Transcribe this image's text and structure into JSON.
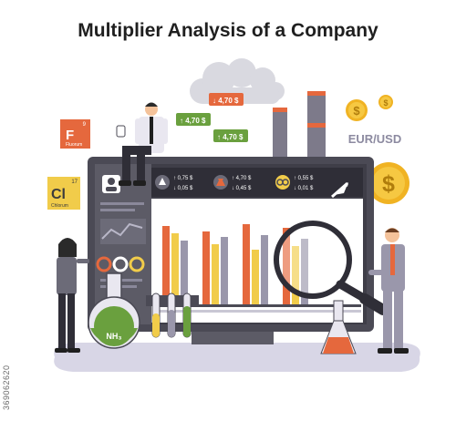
{
  "title": "Multiplier Analysis of a Company",
  "elements": {
    "fluorine": {
      "symbol": "F",
      "number": "9",
      "name": "Fluorum"
    },
    "chlorine": {
      "symbol": "Cl",
      "number": "17",
      "name": "Chlorum"
    }
  },
  "currency_pair": "EUR/USD",
  "price_bubbles": [
    {
      "arrow": "↓",
      "value": "4,70 $"
    },
    {
      "arrow": "↑",
      "value": "4,70 $"
    },
    {
      "arrow": "↑",
      "value": "4,70 $"
    }
  ],
  "stats": [
    {
      "up": "↑ 0,75 $",
      "down": "↓ 0,05 $"
    },
    {
      "up": "↑ 4,70 $",
      "down": "↓ 0,45 $"
    },
    {
      "up": "↑ 0,55 $",
      "down": "↓ 0,01 $"
    }
  ],
  "flask_label": "NH₃",
  "stock_id": "369062620",
  "colors": {
    "frame": "#4b4a55",
    "panel": "#5c5b66",
    "orange": "#e5683d",
    "yellow": "#f1cc4a",
    "gold": "#f0b323",
    "green": "#6aa03e",
    "bar_gray": "#9a97ab",
    "smoke": "#d9d9e0"
  }
}
